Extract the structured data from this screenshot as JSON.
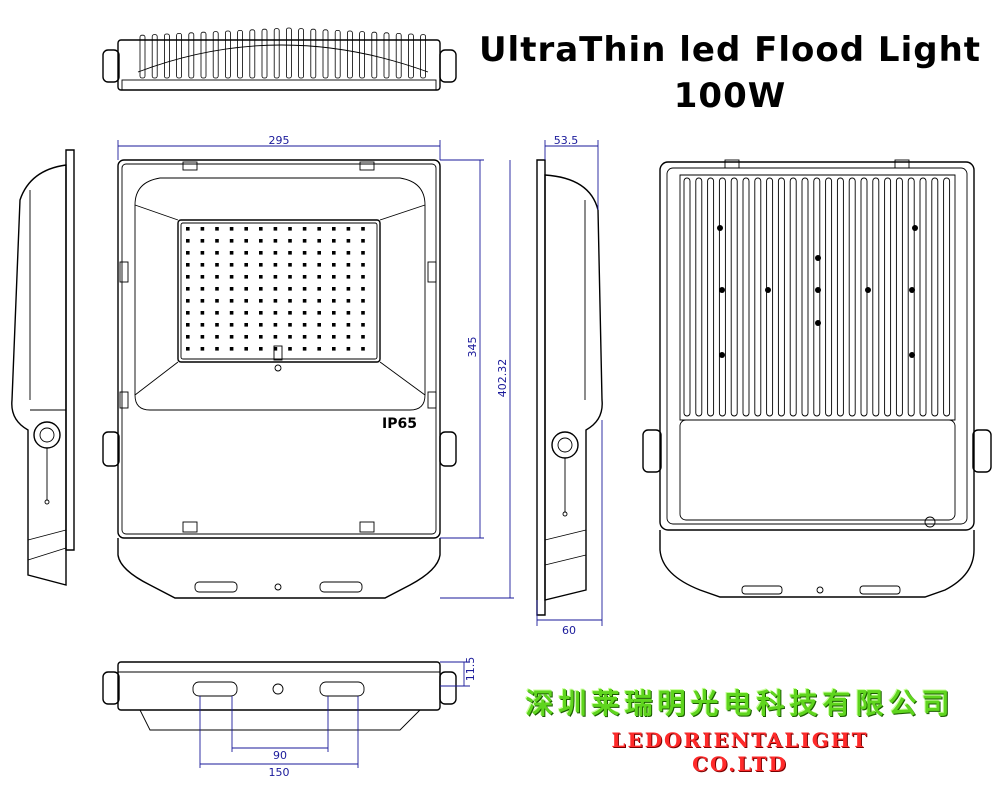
{
  "title": {
    "line1": "UltraThin led Flood Light",
    "line2": "100W"
  },
  "label": {
    "ip": "IP65"
  },
  "dimensions": {
    "width_overall": "295",
    "depth_top": "53.5",
    "height_body": "345",
    "height_overall": "402.32",
    "depth_bottom": "60",
    "thickness": "11.5",
    "slot_inner": "90",
    "slot_outer": "150"
  },
  "company": {
    "chinese": "深圳莱瑞明光电科技有限公司",
    "english": "LEDORIENTALIGHT CO.LTD"
  },
  "colors": {
    "dimension": "#1a1a9a",
    "company_chinese": "#5fd51e",
    "company_english": "#ff2a2a"
  }
}
